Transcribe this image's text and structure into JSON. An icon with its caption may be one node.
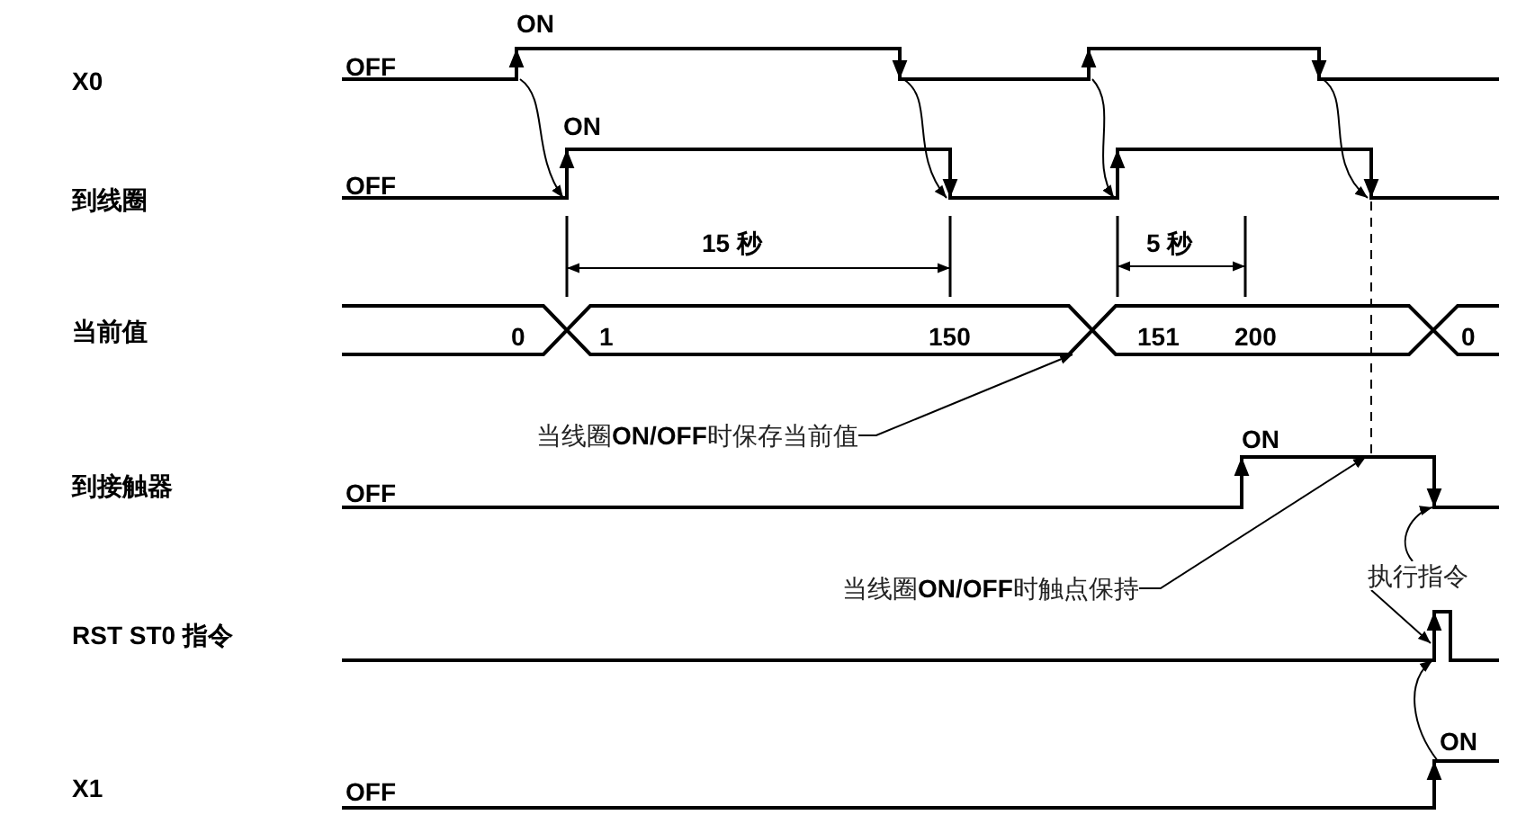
{
  "diagram": {
    "nodes": [
      {
        "text": [
          "当线圈**ON/OFF**时保存当前值"
        ]
      },
      {
        "text": [
          "当线圈**ON/OFF**时触点保持"
        ]
      },
      {
        "text": [
          "执行指令"
        ]
      },
      {
        "text": [],
        "shape": "waveform",
        "beside": [
          "ON"
        ]
      },
      {
        "text": [],
        "shape": "waveform",
        "beside": [
          "ON"
        ]
      },
      {
        "text": [],
        "shape": "waveform"
      },
      {
        "text": [],
        "shape": "waveform",
        "beside": [
          "ON"
        ]
      },
      {
        "text": [],
        "shape": "waveform"
      },
      {
        "text": [],
        "shape": "waveform",
        "beside": [
          "ON"
        ]
      }
    ],
    "edges": [
      {
        "from": 0,
        "to": 5,
        "arrow": "to"
      },
      {
        "from": 1,
        "to": 6,
        "arrow": "to"
      },
      {
        "from": 2,
        "to": 6,
        "arrow": "to"
      },
      {
        "from": 2,
        "to": 7,
        "arrow": "to"
      },
      {
        "from": 3,
        "to": 4,
        "arrow": "to"
      },
      {
        "from": 3,
        "to": 4,
        "arrow": "to"
      },
      {
        "from": 3,
        "to": 4,
        "arrow": "to"
      },
      {
        "from": 3,
        "to": 4,
        "arrow": "to"
      },
      {
        "from": 8,
        "to": 7,
        "arrow": "to"
      }
    ],
    "labels": [
      "X0",
      "OFF",
      "到线圈",
      "OFF",
      "15 秒",
      "5 秒",
      "当前值",
      "0",
      "1",
      "150",
      "151",
      "200",
      "0",
      "到接触器",
      "OFF",
      "RST ST0 指令",
      "X1",
      "OFF"
    ]
  }
}
